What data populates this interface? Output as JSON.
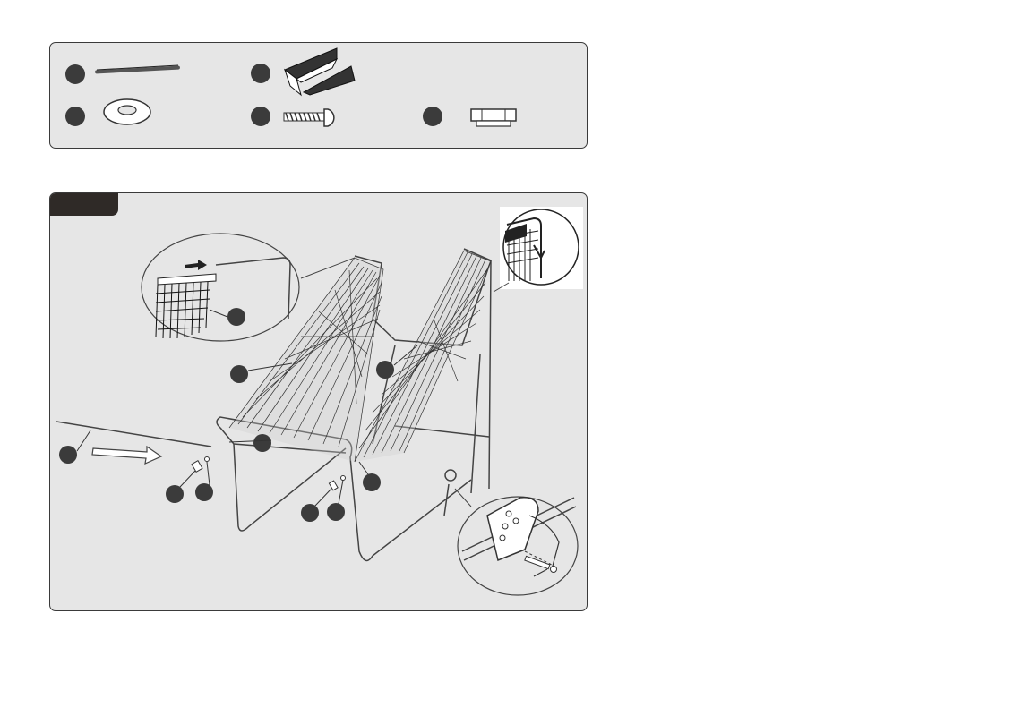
{
  "parts_list": {
    "items": [
      {
        "name": "rod"
      },
      {
        "name": "net-panel"
      },
      {
        "name": "washer"
      },
      {
        "name": "bolt"
      },
      {
        "name": "nut"
      }
    ]
  },
  "step": {
    "number": "",
    "arrow_icon": "right-arrow-icon",
    "detail_views": [
      "net-attachment-detail",
      "hook-detail",
      "hinge-plate-detail"
    ]
  },
  "colors": {
    "panel_bg": "#e6e6e6",
    "panel_border": "#3a3a3a",
    "callout": "#3b3b3b",
    "line": "#444444"
  }
}
